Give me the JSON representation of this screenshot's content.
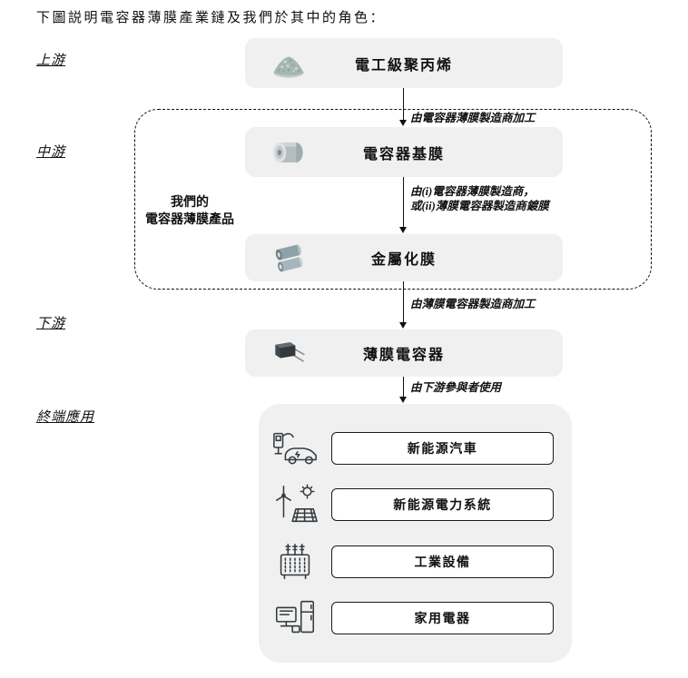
{
  "intro": "下圖説明電容器薄膜產業鏈及我們於其中的角色：",
  "stage_labels": {
    "upstream": "上游",
    "midstream": "中游",
    "downstream": "下游",
    "end_use": "終端應用"
  },
  "flow": {
    "nodes": [
      {
        "label": "電工級聚丙烯",
        "icon": "polypropylene-granules-icon"
      },
      {
        "label": "電容器基膜",
        "icon": "base-film-roll-icon"
      },
      {
        "label": "金屬化膜",
        "icon": "metallized-film-icon"
      },
      {
        "label": "薄膜電容器",
        "icon": "film-capacitor-icon"
      }
    ],
    "arrows": [
      {
        "label_lines": [
          "由電容器薄膜製造商加工"
        ]
      },
      {
        "label_lines": [
          "由(i)電容器薄膜製造商，",
          "或(ii)薄膜電容器製造商鍍膜"
        ]
      },
      {
        "label_lines": [
          "由薄膜電容器製造商加工"
        ]
      },
      {
        "label_lines": [
          "由下游參與者使用"
        ]
      }
    ],
    "our_products": {
      "lines": [
        "我們的",
        "電容器薄膜產品"
      ]
    }
  },
  "end_applications": {
    "items": [
      {
        "label": "新能源汽車",
        "icon": "ev-car-icon"
      },
      {
        "label": "新能源電力系統",
        "icon": "wind-solar-icon"
      },
      {
        "label": "工業設備",
        "icon": "transformer-icon"
      },
      {
        "label": "家用電器",
        "icon": "home-appliances-icon"
      }
    ]
  },
  "colors": {
    "box_fill": "#f0f0f1",
    "border": "#111111",
    "granule_green": "#a7b6b1",
    "metal_gray": "#9daaaf"
  }
}
